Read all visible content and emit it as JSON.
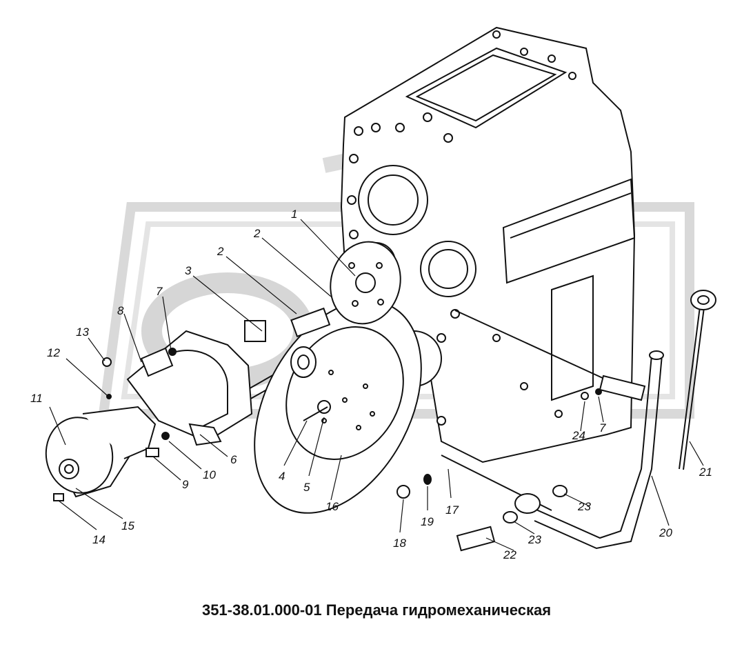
{
  "caption": "351-38.01.000-01 Передача гидромеханическая",
  "watermark": {
    "text": "ПЕК",
    "color": "#d0d0d0"
  },
  "callouts": [
    "1",
    "2",
    "2",
    "3",
    "7",
    "8",
    "13",
    "12",
    "11",
    "6",
    "10",
    "9",
    "15",
    "14",
    "4",
    "5",
    "16",
    "18",
    "19",
    "17",
    "24",
    "7",
    "22",
    "23",
    "23",
    "20",
    "21"
  ]
}
